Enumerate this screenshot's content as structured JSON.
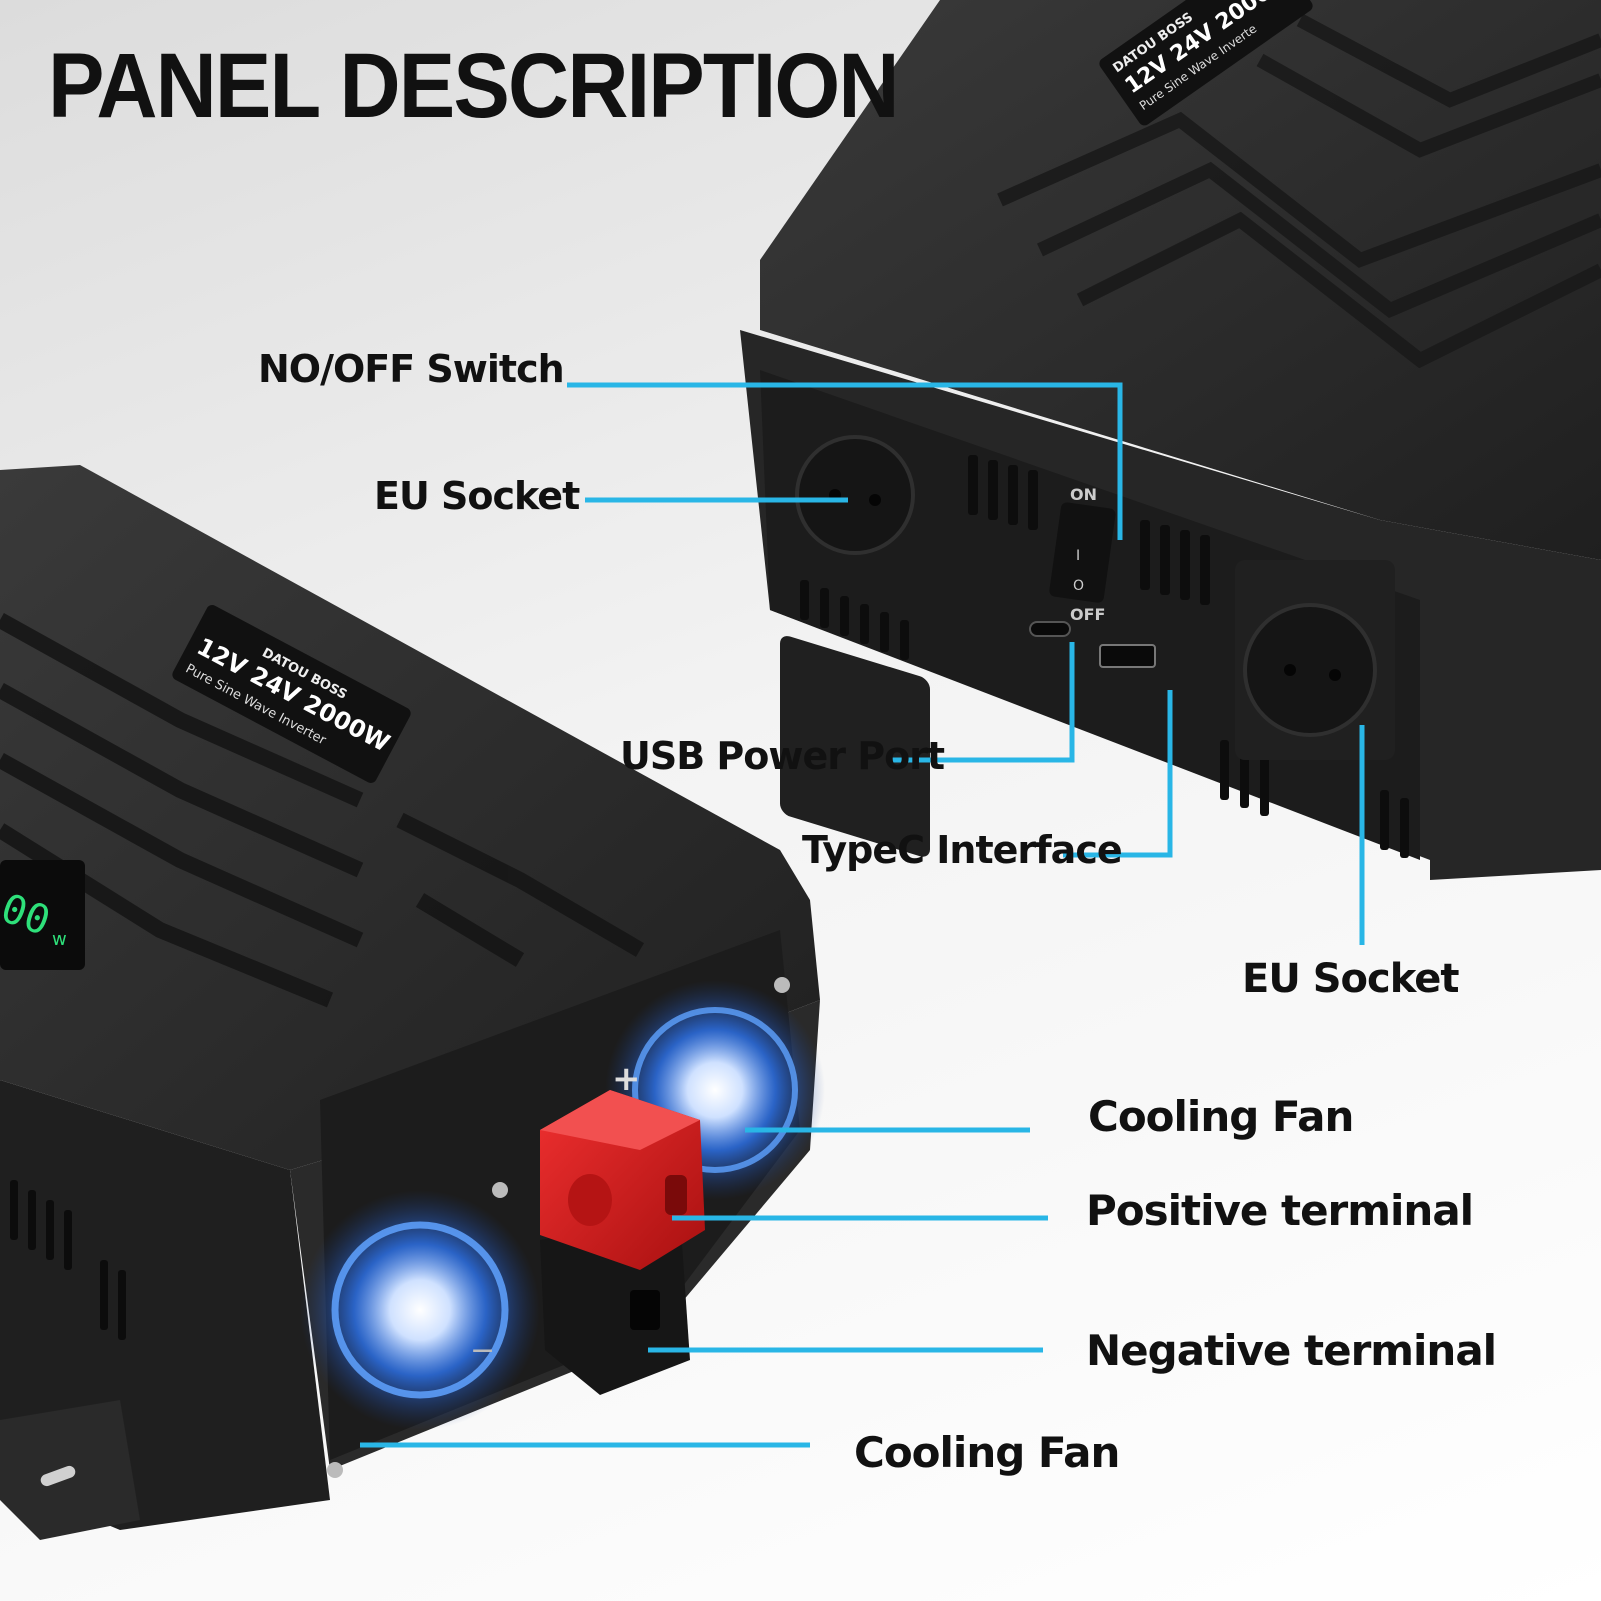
{
  "title": "PANEL DESCRIPTION",
  "brand": "DATOU BOSS",
  "model": "12V 24V 2000W",
  "model_short": "12V 24V 2000",
  "subtitle": "Pure Sine Wave Inverter",
  "subtitle_short": "Pure Sine Wave Inverte",
  "display_value": "00",
  "display_unit": "w",
  "switch": {
    "on": "ON",
    "off": "OFF",
    "one": "I",
    "zero": "O"
  },
  "terminal_plus": "+",
  "terminal_minus": "−",
  "labels": {
    "onoff_switch": "NO/OFF Switch",
    "eu_socket_left": "EU Socket",
    "usb_power_port": "USB Power Port",
    "typec_interface": "TypeC Interface",
    "eu_socket_right": "EU Socket",
    "cooling_fan_top": "Cooling Fan",
    "positive_terminal": "Positive terminal",
    "negative_terminal": "Negative terminal",
    "cooling_fan_bottom": "Cooling Fan"
  },
  "colors": {
    "callout_line": "#29b6e6",
    "housing": "#2e2e2e",
    "positive_terminal": "#d91c1c",
    "fan_glow": "#2f7bff",
    "display_green": "#2ee07a"
  }
}
